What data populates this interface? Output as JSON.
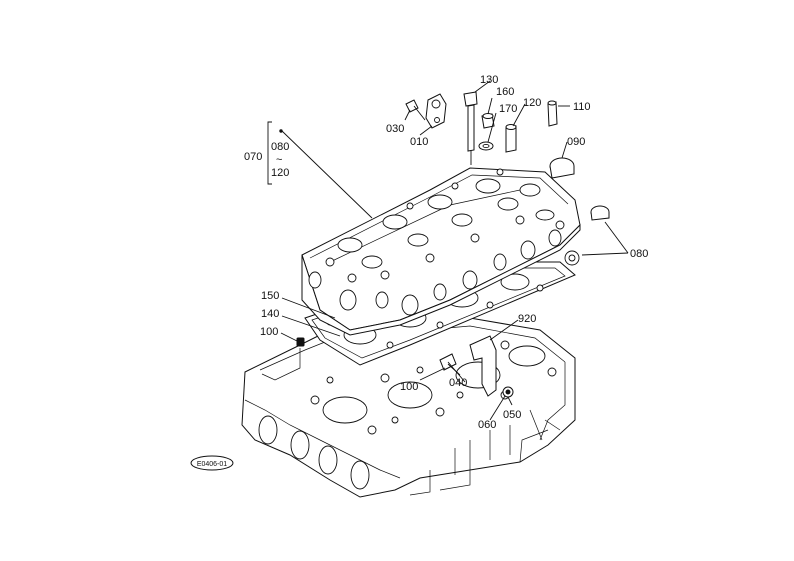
{
  "labels": {
    "p010": "010",
    "p030": "030",
    "p130": "130",
    "p160": "160",
    "p170": "170",
    "p120": "120",
    "p110": "110",
    "p090": "090",
    "p070": "070",
    "p080_range_start": "080",
    "p080_range_tilde": "~",
    "p080_range_end": "120",
    "p080": "080",
    "p150": "150",
    "p140": "140",
    "p100_left": "100",
    "p100_center": "100",
    "p040": "040",
    "p920": "920",
    "p060": "060",
    "p050": "050"
  },
  "diagram_code": "E0406-01"
}
